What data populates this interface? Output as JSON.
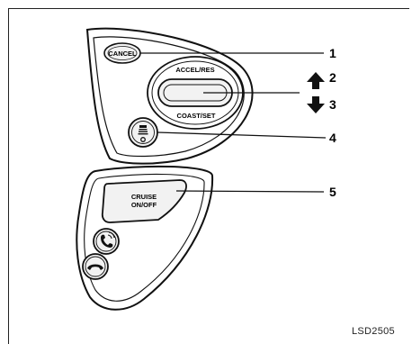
{
  "diagram": {
    "buttons": {
      "cancel": "CANCEL",
      "accel_res": "ACCEL/RES",
      "coast_set": "COAST/SET",
      "cruise_line1": "CRUISE",
      "cruise_line2": "ON/OFF"
    },
    "callouts": [
      "1",
      "2",
      "3",
      "4",
      "5"
    ],
    "figure_code": "LSD2505"
  },
  "colors": {
    "line": "#111111",
    "fill": "#ffffff",
    "button_fill": "#f2f2f2"
  },
  "icons": [
    "arrow-up-icon",
    "arrow-down-icon",
    "distance-icon",
    "phone-voice-icon",
    "phone-hangup-icon"
  ]
}
